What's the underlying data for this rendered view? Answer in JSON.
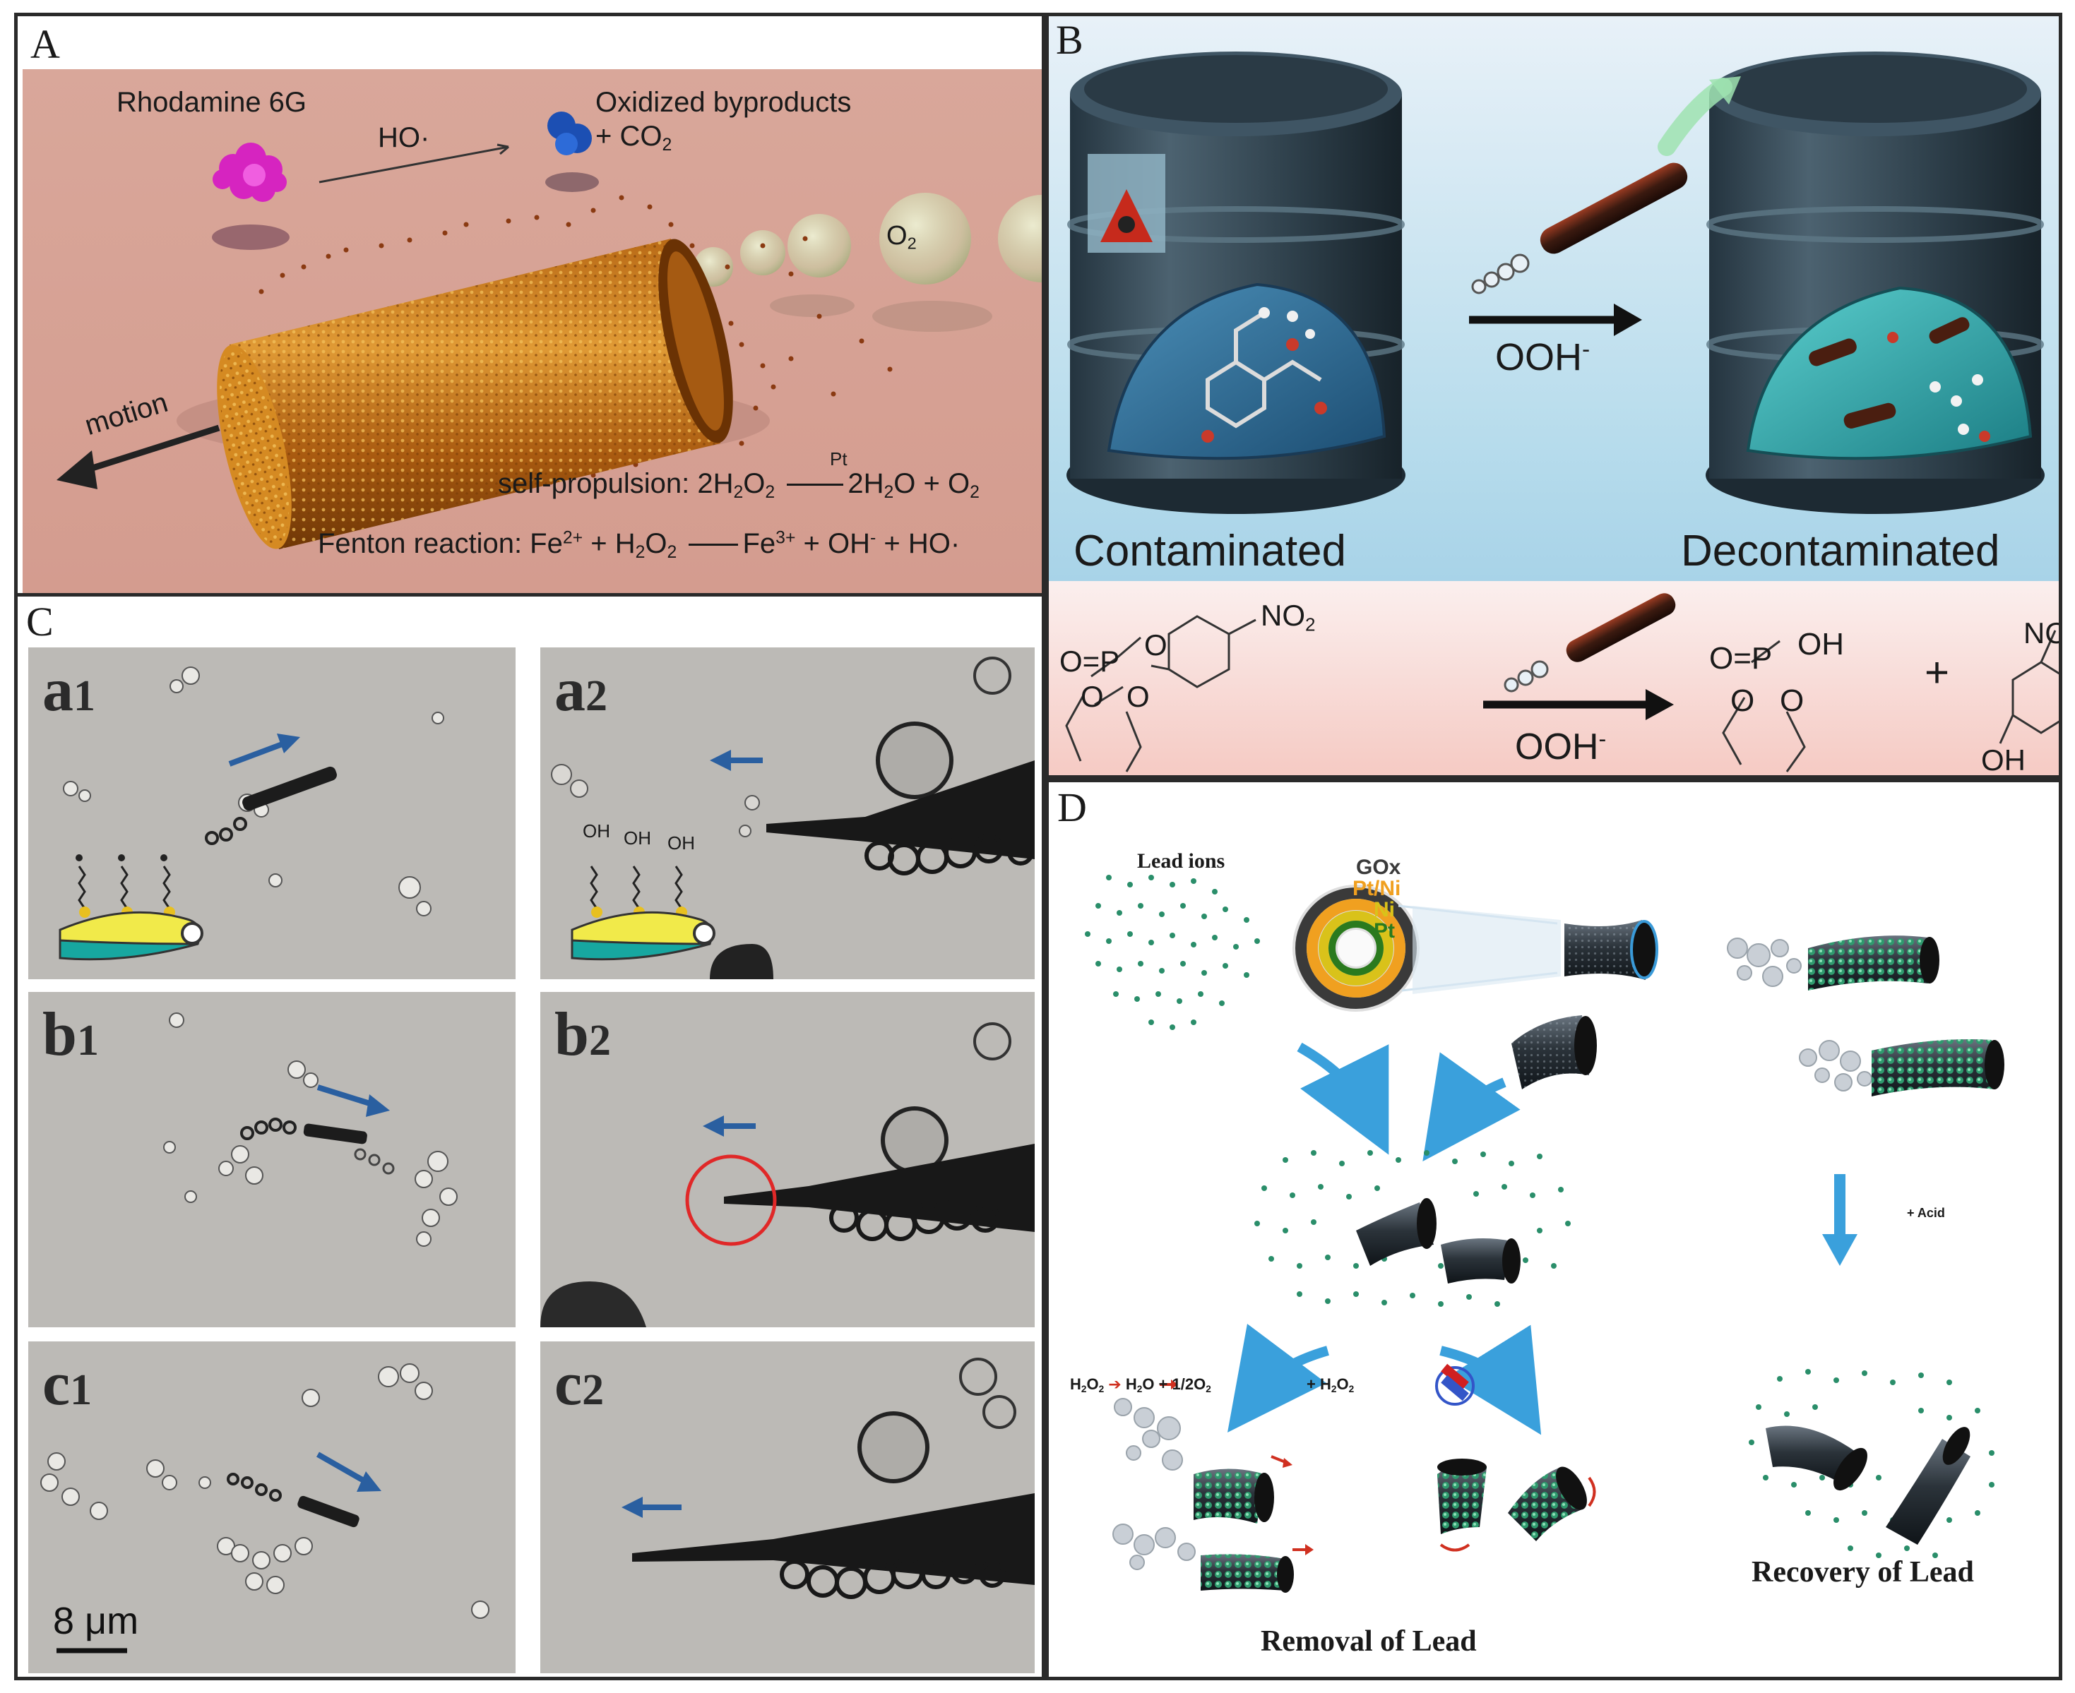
{
  "panels": {
    "a": {
      "label": "A",
      "reactant": "Rhodamine 6G",
      "oxidant": "HO·",
      "products_line1": "Oxidized byproducts",
      "products_line2": "+ CO",
      "products_sub": "2",
      "gas": "O",
      "gas_sub": "2",
      "motion": "motion",
      "catalyst": "Pt",
      "propulsion_prefix": "self-propulsion: 2H",
      "propulsion_mid1": "O",
      "propulsion_mid2": "2H",
      "propulsion_mid3": "O + O",
      "fenton_prefix": "Fenton reaction: Fe",
      "fenton_fe2": "2+",
      "fenton_mid1": " + H",
      "fenton_mid2": "O",
      "fenton_mid3": "Fe",
      "fenton_fe3": "3+",
      "fenton_mid4": " + OH",
      "fenton_neg": "-",
      "fenton_end": " + HO·",
      "sub2": "2"
    },
    "b": {
      "label": "B",
      "reagent": "OOH",
      "reagent_charge": "-",
      "left_caption": "Contaminated",
      "right_caption": "Decontaminated",
      "no2": "NO",
      "no2_sub": "2",
      "o": "O",
      "p": "P",
      "oh": "OH",
      "plus": "+"
    },
    "c": {
      "label": "C",
      "tiles": [
        {
          "letter": "a",
          "index": "1"
        },
        {
          "letter": "a",
          "index": "2"
        },
        {
          "letter": "b",
          "index": "1"
        },
        {
          "letter": "b",
          "index": "2"
        },
        {
          "letter": "c",
          "index": "1"
        },
        {
          "letter": "c",
          "index": "2"
        }
      ],
      "oh_label": "OH",
      "scale_bar": "8 μm"
    },
    "d": {
      "label": "D",
      "lead_ions": "Lead ions",
      "layers": [
        {
          "name": "GOx",
          "color": "#3a3a3a"
        },
        {
          "name": "Pt/Ni",
          "color": "#f0a020"
        },
        {
          "name": "Ni",
          "color": "#d9c21a"
        },
        {
          "name": "Pt",
          "color": "#2a7a1e"
        }
      ],
      "acid": "+ Acid",
      "h2o2": "H",
      "h2o": "H",
      "half_o2": "O + 1/2O",
      "plus_h2o2": "+ H",
      "sub2": "2",
      "removal": "Removal of Lead",
      "recovery": "Recovery  of Lead"
    }
  }
}
